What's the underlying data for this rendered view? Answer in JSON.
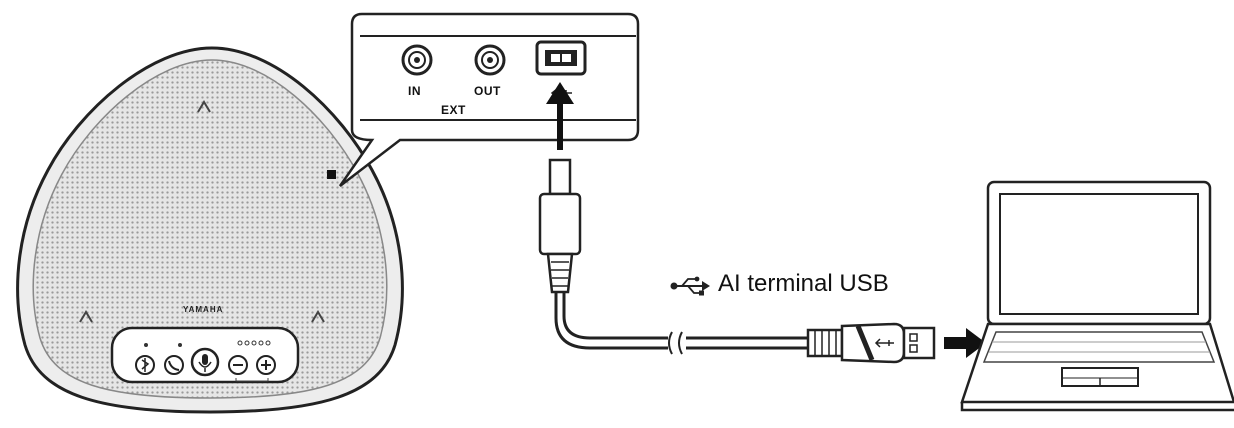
{
  "diagram": {
    "callout": {
      "port_in_label": "IN",
      "port_out_label": "OUT",
      "ext_label": "EXT"
    },
    "speakerphone": {
      "brand_label": "YAMAHA"
    },
    "cable": {
      "label": "AI terminal USB",
      "icon": "usb-icon"
    },
    "colors": {
      "line": "#222222",
      "grille": "#d2d2d2",
      "body": "#ededed",
      "screen": "#ffffff"
    }
  }
}
